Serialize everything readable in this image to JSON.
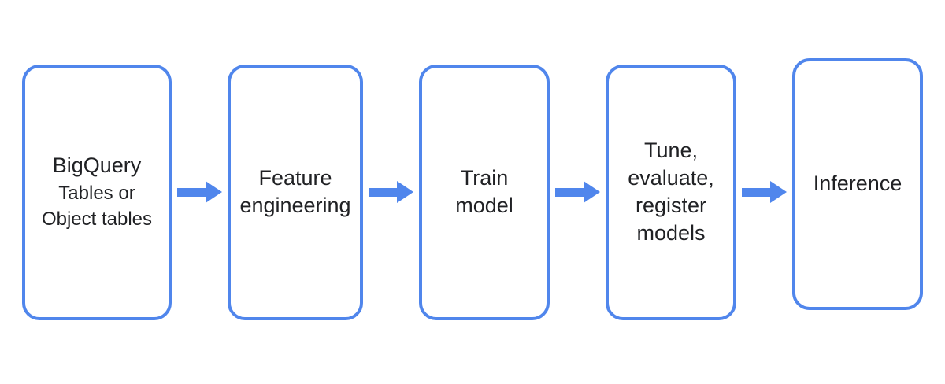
{
  "diagram": {
    "type": "flowchart",
    "direction": "left-to-right",
    "accent_color": "#5086EC",
    "text_color": "#202124",
    "background_color": "#FFFFFF",
    "connector": "arrow-right",
    "nodes": [
      {
        "id": "bigquery-tables",
        "title": "BigQuery",
        "subtitle": "Tables or Object tables"
      },
      {
        "id": "feature-engineering",
        "label": "Feature engineering"
      },
      {
        "id": "train-model",
        "label": "Train model"
      },
      {
        "id": "tune-evaluate-register",
        "label": "Tune, evaluate, register models"
      },
      {
        "id": "inference",
        "label": "Inference"
      }
    ]
  }
}
